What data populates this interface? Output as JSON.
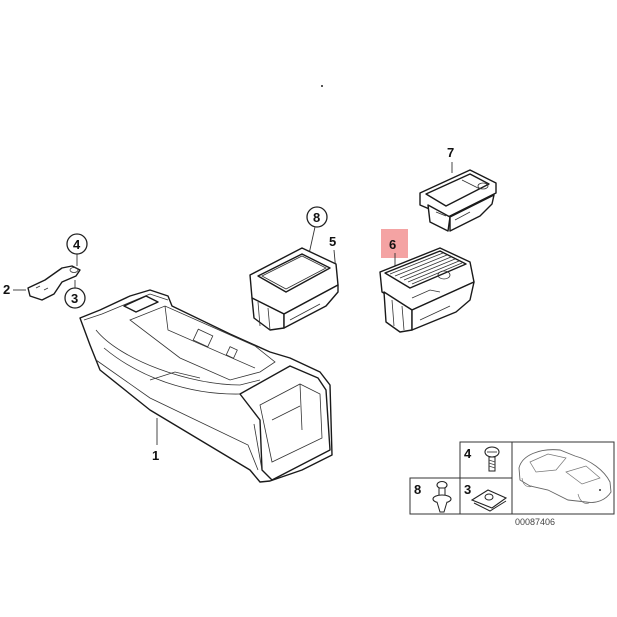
{
  "diagram": {
    "type": "exploded-parts-diagram",
    "subject": "Center console with ashtray / storage inserts",
    "highlight_color": "#f4a3a3",
    "highlighted_part": "6",
    "callouts": [
      {
        "id": "c1",
        "label": "1",
        "style": "plain"
      },
      {
        "id": "c2",
        "label": "2",
        "style": "plain"
      },
      {
        "id": "c3",
        "label": "3",
        "style": "circled"
      },
      {
        "id": "c4",
        "label": "4",
        "style": "circled"
      },
      {
        "id": "c5",
        "label": "5",
        "style": "plain"
      },
      {
        "id": "c6",
        "label": "6",
        "style": "highlighted"
      },
      {
        "id": "c7",
        "label": "7",
        "style": "plain"
      },
      {
        "id": "c8",
        "label": "8",
        "style": "circled"
      }
    ],
    "parts": [
      {
        "label": "1",
        "name": "center-console"
      },
      {
        "label": "2",
        "name": "bracket"
      },
      {
        "label": "5",
        "name": "storage-insert"
      },
      {
        "label": "6",
        "name": "ashtray-insert"
      },
      {
        "label": "7",
        "name": "ashtray-tray"
      }
    ]
  },
  "legend": {
    "cells": [
      {
        "label": "4",
        "icon": "screw-icon"
      },
      {
        "label": "3",
        "icon": "clip-nut-icon"
      },
      {
        "label": "8",
        "icon": "expansion-rivet-icon"
      }
    ],
    "car_icon": "car-outline-icon",
    "caption": "00087406"
  }
}
